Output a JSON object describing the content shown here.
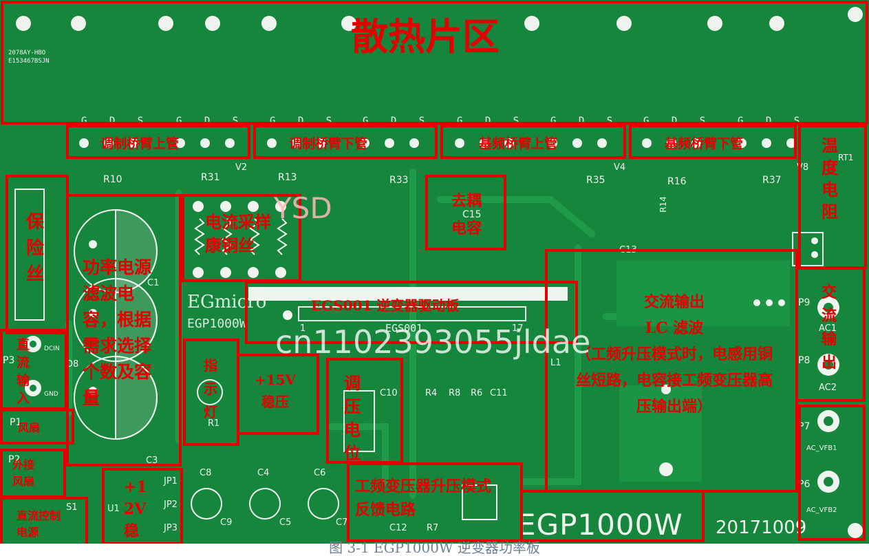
{
  "labels": {
    "heatsink": "散热片区",
    "sp_bridge_high": "调制桥臂上管",
    "sp_bridge_low": "调制桥臂下管",
    "pf_bridge_high": "基频桥臂上管",
    "pf_bridge_low": "基频桥臂下管",
    "temp_resistor": "温度电阻",
    "fuse": "保险丝",
    "power_filter_cap": "功率电源滤波电容，根据需求选择个数及容量",
    "current_sense": "电流采样康铜丝",
    "decoupling_cap": "去耦电容",
    "driver_board": "EGS001 逆变器驱动板",
    "ac_out_filter": "交流输出\nLC 滤波\n（工频升压模式时，电感用铜丝短路，电容接工频变压器高压输出端）",
    "ac_output": "交流输出",
    "dc_input": "直流输入",
    "indicator": "指示灯",
    "reg_15v": "+15V稳压",
    "voltage_adjust": "调压电位",
    "fan": "风扇",
    "ext_fan": "外接风扇",
    "reg_12v": "+12V稳压",
    "dc_switch": "直流控制电源",
    "lf_feedback": "工频变压器升压模式反馈电路"
  },
  "silkscreen": {
    "board_name": "EGP1000W",
    "date": "20171009",
    "module_name": "EGS001",
    "logo": "EGmicro",
    "logo_sub": "EGP1000W",
    "corner_text_1": "2078AY-HBO",
    "corner_text_2": "E153467BSJN",
    "ac1": "AC1",
    "ac2": "AC2",
    "ac_vfb1": "AC_VFB1",
    "ac_vfb2": "AC_VFB2",
    "p9": "P9",
    "p8": "P8",
    "p7": "P7",
    "p6": "P6",
    "p1": "P1",
    "p2": "P2",
    "p3": "P3",
    "rt1": "RT1",
    "c15": "C15",
    "c1": "C1",
    "c3": "C3",
    "c4": "C4",
    "c5": "C5",
    "c6": "C6",
    "c7": "C7",
    "c8": "C8",
    "c9": "C9",
    "c10": "C10",
    "c11": "C11",
    "c12": "C12",
    "c13": "C13",
    "r1": "R1",
    "r4": "R4",
    "r6": "R6",
    "r7": "R7",
    "r8": "R8",
    "r10": "R10",
    "r13": "R13",
    "r14": "R14",
    "r16": "R16",
    "r31": "R31",
    "r33": "R33",
    "r35": "R35",
    "r37": "R37",
    "jp1": "JP1",
    "jp2": "JP2",
    "jp3": "JP3",
    "l1": "L1",
    "d8": "D8",
    "u1": "U1",
    "v2": "V2",
    "v4": "V4",
    "v8": "V8",
    "s1": "S1",
    "gnd": "GND",
    "dcin": "DCIN",
    "pin1": "1",
    "pin17": "17",
    "gds": "G D S"
  },
  "watermarks": {
    "center_id": "cn1102393055jldae",
    "corner_mark": "YSD"
  },
  "caption": "图 3-1 EGP1000W 逆变器功率板",
  "colors": {
    "board": "#16863c",
    "annotation": "#e30000",
    "silkscreen": "#eef5ee"
  }
}
